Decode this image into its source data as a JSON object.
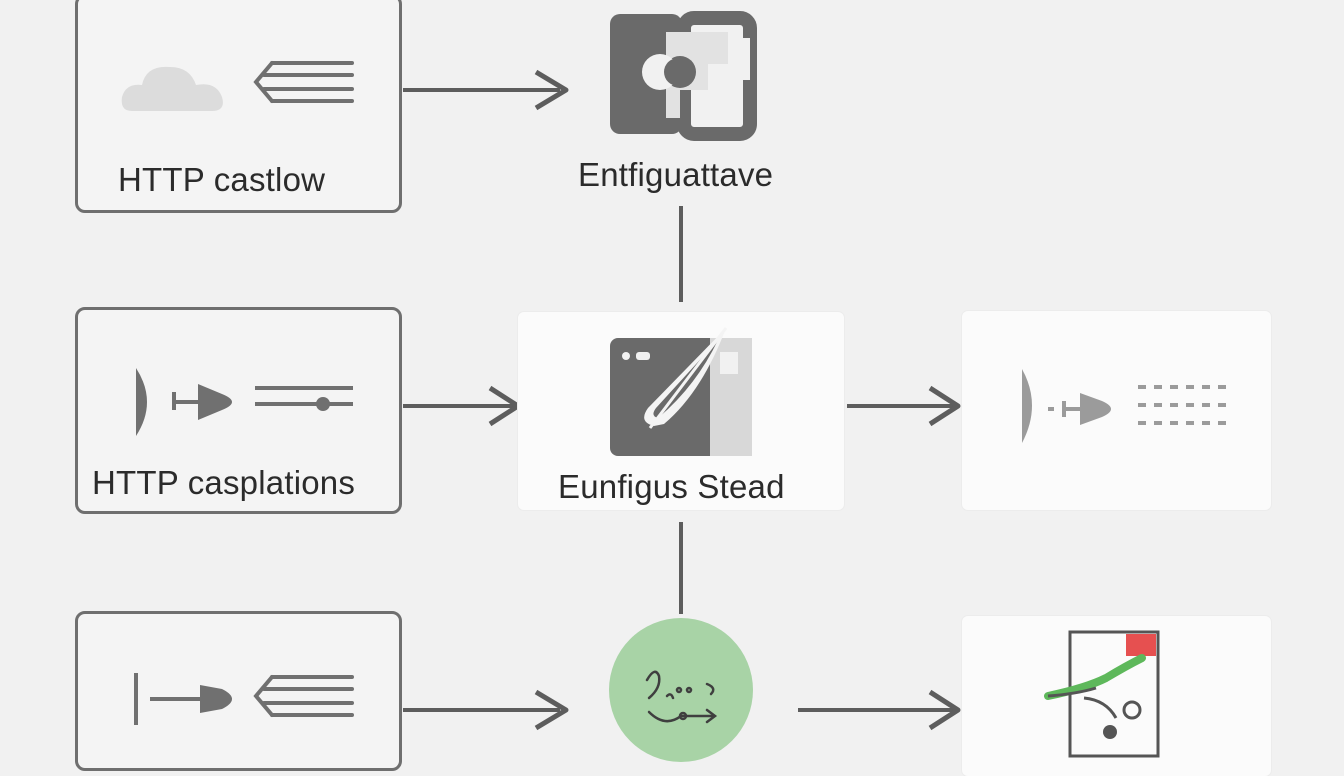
{
  "diagram": {
    "nodes": {
      "http_castlow": {
        "label": "HTTP castlow",
        "icon": "cloud-and-lines-icon"
      },
      "http_casplations": {
        "label": "HTTP casplations",
        "icon": "antenna-and-slider-icon"
      },
      "http_bottom": {
        "label": "",
        "icon": "connector-and-lines-icon"
      },
      "entfiguattave": {
        "label": "Entfiguattave",
        "icon": "puzzle-window-icon"
      },
      "eunfigus_stead": {
        "label": "Eunfigus Stead",
        "icon": "browser-feather-icon"
      },
      "green_process": {
        "label": "",
        "icon": "green-circle-flow-icon"
      },
      "right_middle": {
        "label": "",
        "icon": "antenna-dotted-lines-icon"
      },
      "right_bottom": {
        "label": "",
        "icon": "document-graph-icon"
      }
    },
    "colors": {
      "background": "#f1f1f1",
      "stroke": "#5d5d5d",
      "icon_gray": "#6a6a6a",
      "light_gray": "#d4d4d4",
      "green": "#a8d3a6",
      "red": "#e65050",
      "line_green": "#5eb85b"
    }
  }
}
